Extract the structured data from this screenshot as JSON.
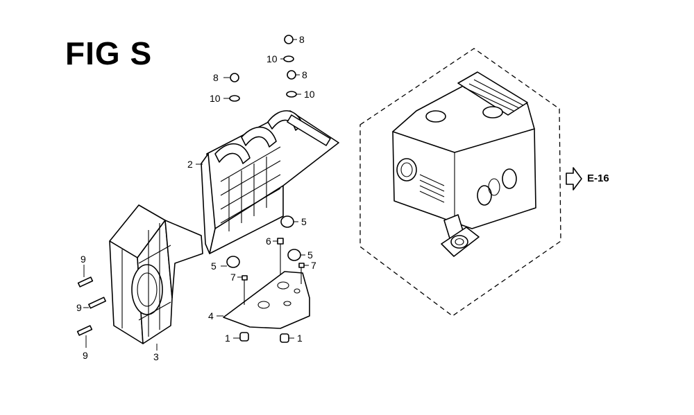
{
  "figure": {
    "title": "FIG S"
  },
  "reference": {
    "label": "E-16"
  },
  "callouts": [
    {
      "id": "c8a",
      "label": "8"
    },
    {
      "id": "c10a",
      "label": "10"
    },
    {
      "id": "c8b",
      "label": "8"
    },
    {
      "id": "c8c",
      "label": "8"
    },
    {
      "id": "c10b",
      "label": "10"
    },
    {
      "id": "c10c",
      "label": "10"
    },
    {
      "id": "c2",
      "label": "2"
    },
    {
      "id": "c5a",
      "label": "5"
    },
    {
      "id": "c6",
      "label": "6"
    },
    {
      "id": "c5b",
      "label": "5"
    },
    {
      "id": "c5c",
      "label": "5"
    },
    {
      "id": "c7a",
      "label": "7"
    },
    {
      "id": "c7b",
      "label": "7"
    },
    {
      "id": "c9a",
      "label": "9"
    },
    {
      "id": "c9b",
      "label": "9"
    },
    {
      "id": "c9c",
      "label": "9"
    },
    {
      "id": "c4",
      "label": "4"
    },
    {
      "id": "c1a",
      "label": "1"
    },
    {
      "id": "c1b",
      "label": "1"
    },
    {
      "id": "c3",
      "label": "3"
    }
  ]
}
